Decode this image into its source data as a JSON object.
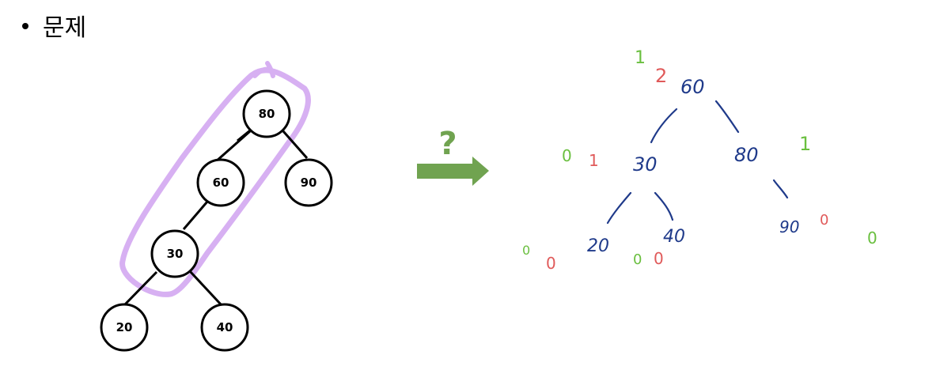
{
  "heading": {
    "bullet_text": "문제"
  },
  "tree": {
    "nodes": [
      {
        "id": "n80",
        "label": "80"
      },
      {
        "id": "n60",
        "label": "60"
      },
      {
        "id": "n90",
        "label": "90"
      },
      {
        "id": "n30",
        "label": "30"
      },
      {
        "id": "n20",
        "label": "20"
      },
      {
        "id": "n40",
        "label": "40"
      }
    ]
  },
  "transform": {
    "question_mark": "?",
    "arrow_color": "#70a350"
  },
  "highlight_color": "#d7b0f2",
  "sketch": {
    "ink_colors": {
      "node_text": "#1f3a8a",
      "height": "#6abf3f",
      "balance": "#e05a5a"
    },
    "node_texts": {
      "root": "60",
      "left": "30",
      "right": "80",
      "left_left": "20",
      "left_right": "40",
      "right_right": "90"
    },
    "heights": {
      "root": "1",
      "left": "0",
      "right": "1",
      "left_left": "0",
      "left_right": "0",
      "right_right": "0"
    },
    "balances": {
      "root": "2",
      "left": "1",
      "right": "",
      "left_left": "0",
      "left_right": "0",
      "right_right": "0"
    }
  }
}
